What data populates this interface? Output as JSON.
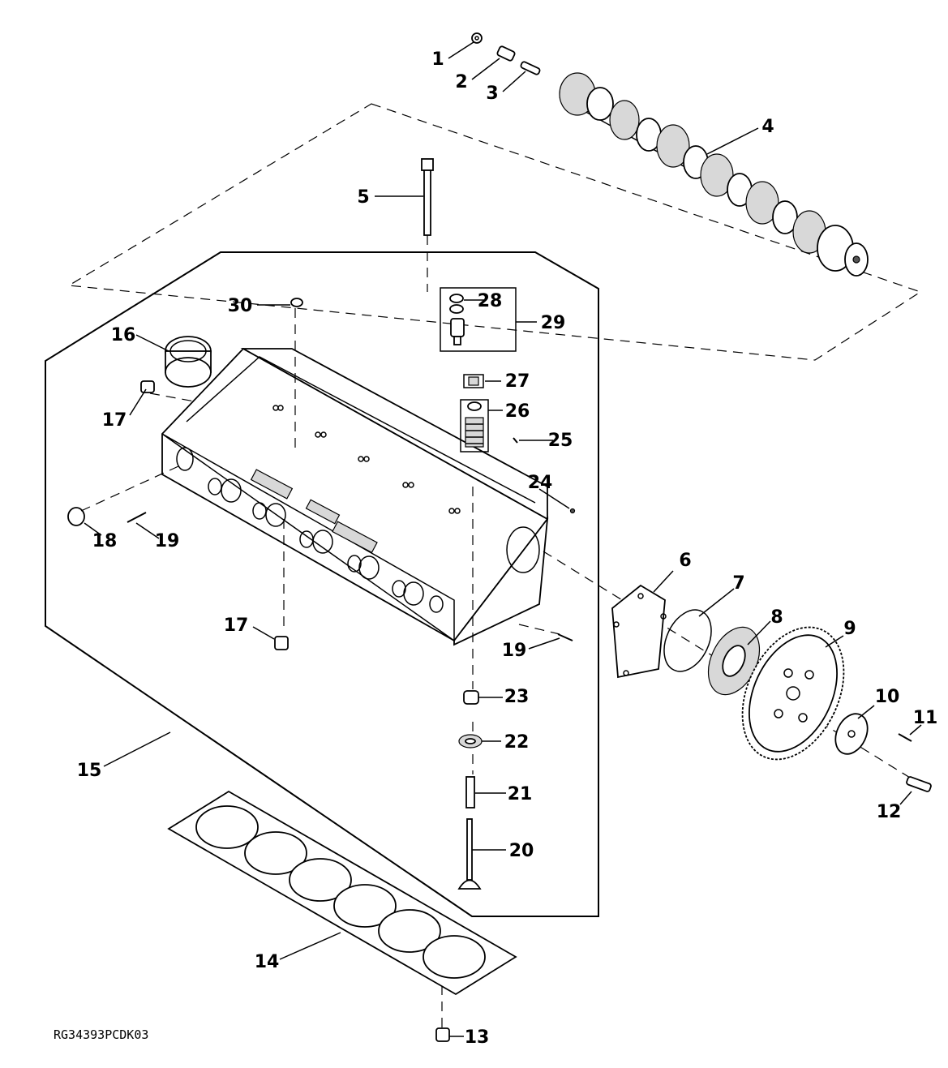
{
  "diagram": {
    "reference_code": "RG34393PCDK03",
    "callouts": [
      "1",
      "2",
      "3",
      "4",
      "5",
      "6",
      "7",
      "8",
      "9",
      "10",
      "11",
      "12",
      "13",
      "14",
      "15",
      "16",
      "17",
      "17",
      "18",
      "19",
      "19",
      "20",
      "21",
      "22",
      "23",
      "24",
      "25",
      "26",
      "27",
      "28",
      "29",
      "30"
    ]
  }
}
